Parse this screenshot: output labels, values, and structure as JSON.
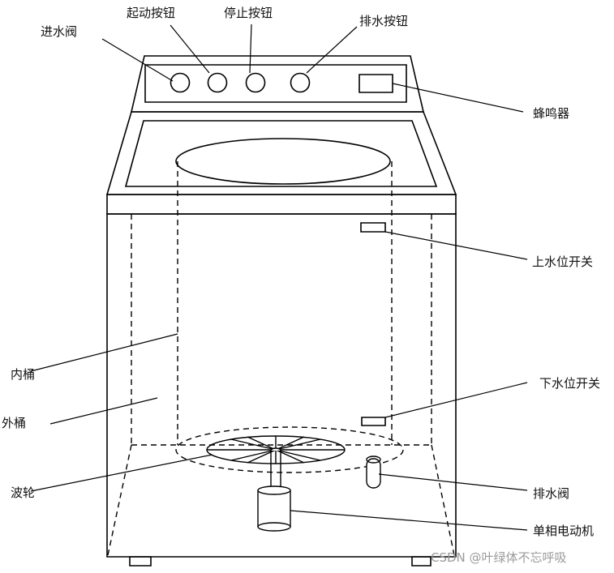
{
  "labels": {
    "inlet_valve": "进水阀",
    "start_button": "起动按钮",
    "stop_button": "停止按钮",
    "drain_button": "排水按钮",
    "buzzer": "蜂鸣器",
    "upper_level_switch": "上水位开关",
    "inner_drum": "内桶",
    "outer_drum": "外桶",
    "lower_level_switch": "下水位开关",
    "impeller": "波轮",
    "drain_valve": "排水阀",
    "motor": "单相电动机"
  },
  "watermark": "CSDN @叶绿体不忘呼吸",
  "colors": {
    "line": "#000000",
    "background": "#ffffff",
    "watermark": "#9a9a9a"
  }
}
